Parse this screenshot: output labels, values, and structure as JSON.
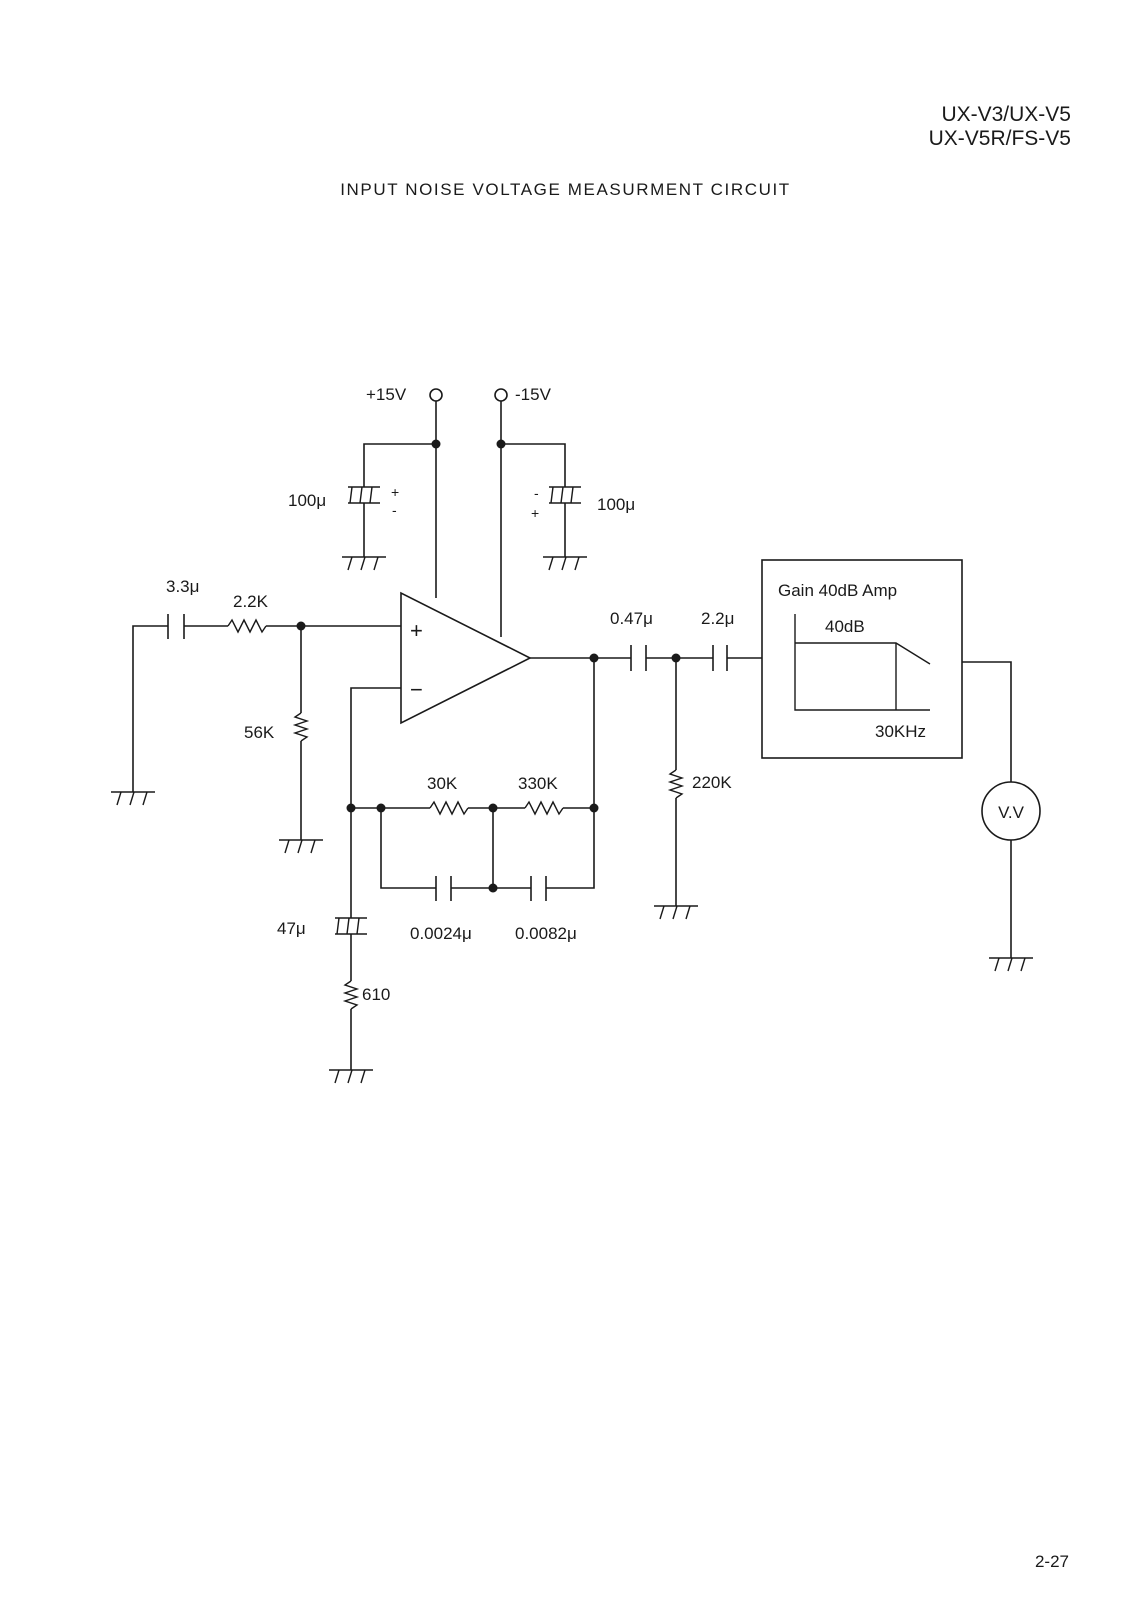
{
  "header": {
    "models": [
      "UX-V3/UX-V5",
      "UX-V5R/FS-V5"
    ],
    "title": "INPUT NOISE VOLTAGE MEASURMENT CIRCUIT"
  },
  "footer": {
    "page_number": "2-27"
  },
  "circuit": {
    "supply_pos": "+15V",
    "supply_neg": "-15V",
    "cap_supply_pos": "100μ",
    "cap_supply_neg": "100μ",
    "cap_input": "3.3μ",
    "res_input": "2.2K",
    "res_bias": "56K",
    "res_fb1": "30K",
    "res_fb2": "330K",
    "cap_fb1": "0.0024μ",
    "cap_fb2": "0.0082μ",
    "cap_gnd": "47μ",
    "res_gnd": "610",
    "cap_out1": "0.47μ",
    "cap_out2": "2.2μ",
    "res_out": "220K",
    "opamp_plus": "+",
    "opamp_minus": "−",
    "polarity_plus": "+",
    "polarity_minus": "-",
    "amp_title": "Gain 40dB Amp",
    "amp_gain": "40dB",
    "amp_freq": "30KHz",
    "meter_label": "V.V"
  }
}
